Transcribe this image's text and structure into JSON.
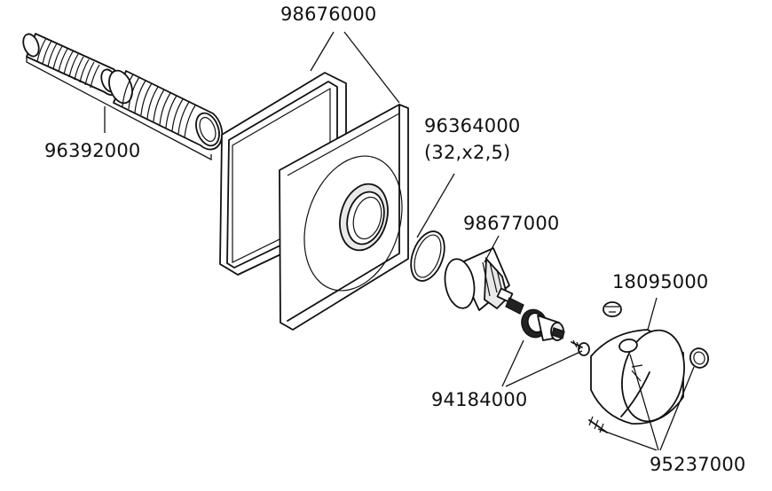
{
  "diagram": {
    "part_numbers": {
      "trim_frame": "98676000",
      "extension_tubes": "96392000",
      "o_ring": "96364000",
      "o_ring_dimension": "(32,x2,5)",
      "cartridge": "98677000",
      "handle": "18095000",
      "stop_adapter": "94184000",
      "screw_cap_set": "95237000"
    }
  }
}
